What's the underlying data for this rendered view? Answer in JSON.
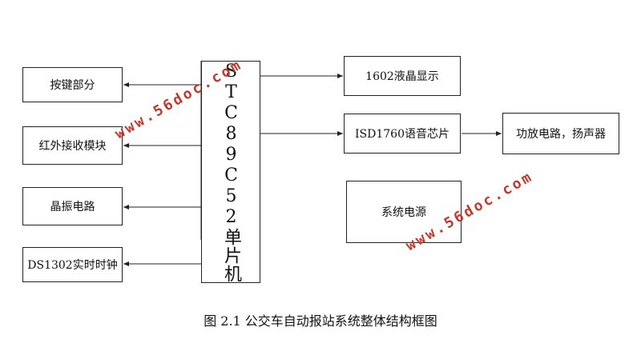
{
  "blocks": {
    "mcu": "STC89C52单片机",
    "keys": "按键部分",
    "ir": "红外接收模块",
    "crystal": "晶振电路",
    "rtc": "DS1302实时时钟",
    "lcd": "1602液晶显示",
    "voice": "ISD1760语音芯片",
    "amp": "功放电路，扬声器",
    "power": "系统电源"
  },
  "caption": "图 2.1 公交车自动报站系统整体结构框图",
  "watermark": "www.56doc.com",
  "colors": {
    "line": "#222222",
    "watermark": "#c0392b"
  }
}
